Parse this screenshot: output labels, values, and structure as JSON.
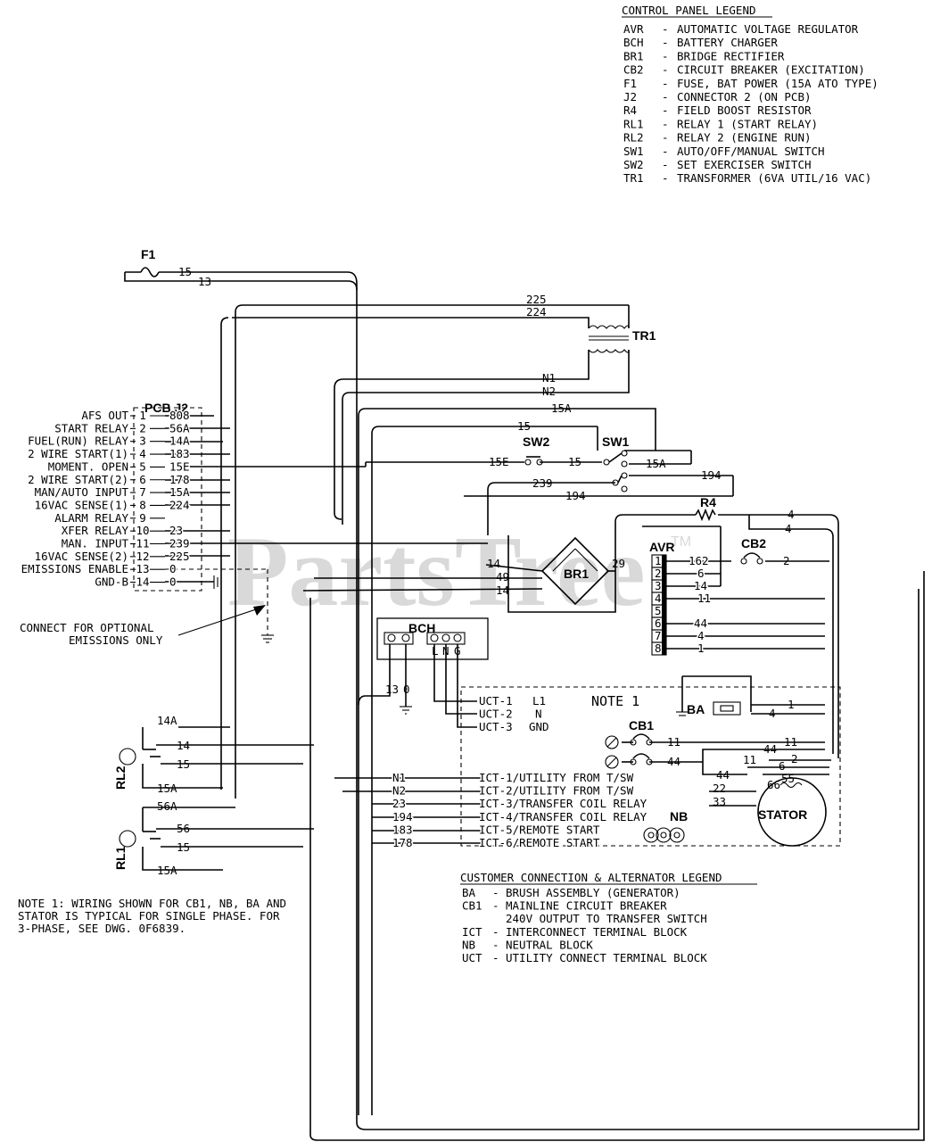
{
  "control_panel_legend": {
    "title": "CONTROL PANEL LEGEND",
    "entries": [
      {
        "code": "AVR",
        "desc": "AUTOMATIC VOLTAGE REGULATOR"
      },
      {
        "code": "BCH",
        "desc": "BATTERY CHARGER"
      },
      {
        "code": "BR1",
        "desc": "BRIDGE RECTIFIER"
      },
      {
        "code": "CB2",
        "desc": "CIRCUIT BREAKER (EXCITATION)"
      },
      {
        "code": "F1",
        "desc": "FUSE, BAT POWER (15A ATO TYPE)"
      },
      {
        "code": "J2",
        "desc": "CONNECTOR 2 (ON PCB)"
      },
      {
        "code": "R4",
        "desc": "FIELD BOOST RESISTOR"
      },
      {
        "code": "RL1",
        "desc": "RELAY 1 (START RELAY)"
      },
      {
        "code": "RL2",
        "desc": "RELAY 2 (ENGINE RUN)"
      },
      {
        "code": "SW1",
        "desc": "AUTO/OFF/MANUAL SWITCH"
      },
      {
        "code": "SW2",
        "desc": "SET EXERCISER SWITCH"
      },
      {
        "code": "TR1",
        "desc": "TRANSFORMER (6VA UTIL/16 VAC)"
      }
    ]
  },
  "components": {
    "f1": "F1",
    "tr1": "TR1",
    "pcb_j2": "PCB J2",
    "sw1": "SW1",
    "sw2": "SW2",
    "r4": "R4",
    "avr": "AVR",
    "cb2": "CB2",
    "br1": "BR1",
    "bch": "BCH",
    "cb1": "CB1",
    "ba": "BA",
    "nb": "NB",
    "stator": "STATOR",
    "rl1": "RL1",
    "rl2": "RL2",
    "note1": "NOTE 1"
  },
  "pcb_j2_pins": [
    {
      "name": "AFS OUT",
      "pin": "1",
      "wire": "808"
    },
    {
      "name": "START RELAY",
      "pin": "2",
      "wire": "56A"
    },
    {
      "name": "FUEL(RUN) RELAY",
      "pin": "3",
      "wire": "14A"
    },
    {
      "name": "2 WIRE START(1)",
      "pin": "4",
      "wire": "183"
    },
    {
      "name": "MOMENT. OPEN",
      "pin": "5",
      "wire": "15E"
    },
    {
      "name": "2 WIRE START(2)",
      "pin": "6",
      "wire": "178"
    },
    {
      "name": "MAN/AUTO INPUT",
      "pin": "7",
      "wire": "15A"
    },
    {
      "name": "16VAC SENSE(1)",
      "pin": "8",
      "wire": "224"
    },
    {
      "name": "ALARM RELAY",
      "pin": "9",
      "wire": ""
    },
    {
      "name": "XFER RELAY",
      "pin": "10",
      "wire": "23"
    },
    {
      "name": "MAN. INPUT",
      "pin": "11",
      "wire": "239"
    },
    {
      "name": "16VAC SENSE(2)",
      "pin": "12",
      "wire": "225"
    },
    {
      "name": "EMISSIONS ENABLE",
      "pin": "13",
      "wire": "0"
    },
    {
      "name": "GND-B",
      "pin": "14",
      "wire": "0"
    }
  ],
  "avr_terminals": [
    {
      "pin": "1",
      "wire": "162"
    },
    {
      "pin": "2",
      "wire": "6"
    },
    {
      "pin": "3",
      "wire": "14"
    },
    {
      "pin": "4",
      "wire": "11"
    },
    {
      "pin": "5",
      "wire": ""
    },
    {
      "pin": "6",
      "wire": "44"
    },
    {
      "pin": "7",
      "wire": "4"
    },
    {
      "pin": "8",
      "wire": "1"
    }
  ],
  "customer_terminals": [
    {
      "wire": "N1",
      "label": "ICT-1/UTILITY FROM T/SW"
    },
    {
      "wire": "N2",
      "label": "ICT-2/UTILITY FROM T/SW"
    },
    {
      "wire": "23",
      "label": "ICT-3/TRANSFER COIL RELAY"
    },
    {
      "wire": "194",
      "label": "ICT-4/TRANSFER COIL RELAY"
    },
    {
      "wire": "183",
      "label": "ICT-5/REMOTE START"
    },
    {
      "wire": "178",
      "label": "ICT-6/REMOTE START"
    }
  ],
  "uct_terminals": [
    {
      "label": "UCT-1",
      "suffix": "L1"
    },
    {
      "label": "UCT-2",
      "suffix": "N"
    },
    {
      "label": "UCT-3",
      "suffix": "GND"
    }
  ],
  "wire_labels": {
    "f1_out": "15",
    "f1_ret": "13",
    "w225": "225",
    "w224": "224",
    "n1": "N1",
    "n2": "N2",
    "w15a_top": "15A",
    "w15": "15",
    "w15e": "15E",
    "w15_sw2": "15",
    "w15a_sw1": "15A",
    "w194": "194",
    "w239": "239",
    "w194b": "194",
    "w4a": "4",
    "w4b": "4",
    "w14a": "14",
    "w49": "49",
    "w14b": "14",
    "w29": "29",
    "w2": "2",
    "bch_13": "13",
    "bch_0": "0",
    "bch_l": "L",
    "bch_n": "N",
    "bch_g": "G",
    "ba_1": "1",
    "ba_4": "4",
    "cb1_11": "11",
    "cb1_44": "44",
    "st_44a": "44",
    "st_11a": "11",
    "st_44b": "44",
    "st_11b": "11",
    "st_6": "6",
    "st_2": "2",
    "st_55": "55",
    "st_66": "66",
    "st_22": "22",
    "st_33": "33",
    "rl2_14a": "14A",
    "rl2_14": "14",
    "rl2_15": "15",
    "rl2_15a": "15A",
    "rl1_56a": "56A",
    "rl1_56": "56",
    "rl1_15": "15",
    "rl1_15a": "15A"
  },
  "annotations": {
    "emissions_line1": "CONNECT FOR OPTIONAL",
    "emissions_line2": "EMISSIONS ONLY",
    "note_line1": "NOTE 1: WIRING SHOWN FOR CB1, NB, BA AND",
    "note_line2": "STATOR IS TYPICAL FOR SINGLE PHASE. FOR",
    "note_line3": "3-PHASE, SEE DWG. 0F6839."
  },
  "customer_legend": {
    "title": "CUSTOMER CONNECTION & ALTERNATOR LEGEND",
    "entries": [
      {
        "code": "BA",
        "desc": "BRUSH ASSEMBLY (GENERATOR)"
      },
      {
        "code": "CB1",
        "desc": "MAINLINE CIRCUIT BREAKER"
      },
      {
        "code": "",
        "desc": "240V OUTPUT TO TRANSFER SWITCH"
      },
      {
        "code": "ICT",
        "desc": "INTERCONNECT TERMINAL BLOCK"
      },
      {
        "code": "NB",
        "desc": "NEUTRAL BLOCK"
      },
      {
        "code": "UCT",
        "desc": "UTILITY CONNECT TERMINAL BLOCK"
      }
    ]
  },
  "watermark": {
    "text": "PartsTree",
    "tm": "TM"
  }
}
